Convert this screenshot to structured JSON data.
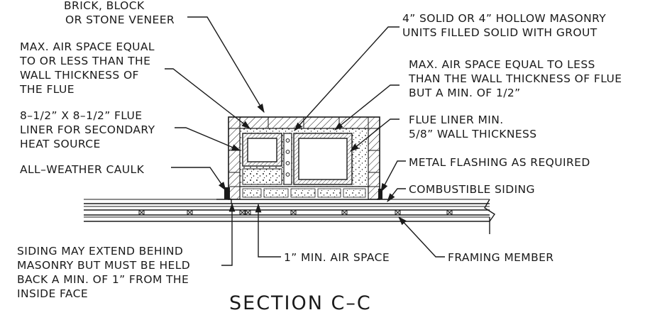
{
  "title": "SECTION C–C",
  "labels": {
    "veneer": [
      "BRICK, BLOCK",
      "OR STONE VENEER"
    ],
    "masonry_units": [
      "4” SOLID OR 4” HOLLOW MASONRY",
      "UNITS FILLED SOLID WITH GROUT"
    ],
    "air_space_left": [
      "MAX. AIR SPACE EQUAL",
      "TO OR LESS THAN THE",
      "WALL THICKNESS OF",
      "THE FLUE"
    ],
    "air_space_right": [
      "MAX. AIR SPACE EQUAL TO LESS",
      "THAN THE WALL THICKNESS OF FLUE",
      "BUT A MIN. OF 1/2”"
    ],
    "flue_liner_secondary": [
      "8–1/2” X 8–1/2” FLUE",
      "LINER FOR SECONDARY",
      "HEAT SOURCE"
    ],
    "flue_liner_min": [
      "FLUE LINER MIN.",
      "5/8” WALL THICKNESS"
    ],
    "caulk": [
      "ALL–WEATHER CAULK"
    ],
    "flashing": [
      "METAL FLASHING AS REQUIRED"
    ],
    "siding": [
      "COMBUSTIBLE SIDING"
    ],
    "siding_note": [
      "SIDING MAY EXTEND BEHIND",
      "MASONRY BUT MUST BE HELD",
      "BACK A MIN. OF 1” FROM THE",
      "INSIDE FACE"
    ],
    "air_space_min": [
      "1” MIN. AIR SPACE"
    ],
    "framing": [
      "FRAMING MEMBER"
    ]
  }
}
